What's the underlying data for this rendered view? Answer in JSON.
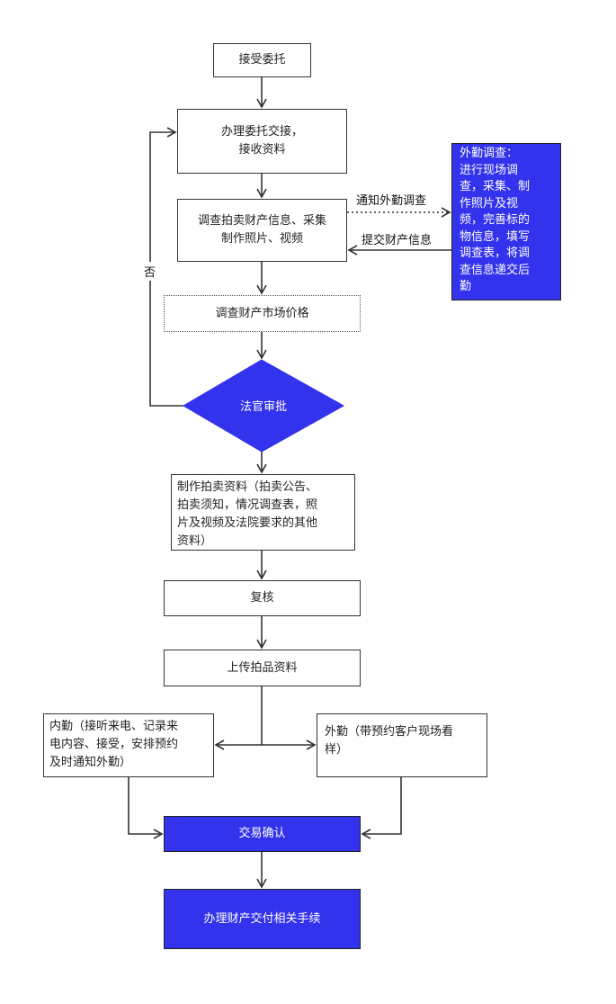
{
  "nodes": {
    "start": "接受委托",
    "handover": "办理委托交接，\n接收资料",
    "survey": "调查拍卖财产信息、采集\n制作照片、视频",
    "field_survey": "外勤调查：\n进行现场调\n查，采集、制\n作照片及视\n频，完善标的\n物信息，填写\n调查表，将调\n查信息递交后\n勤",
    "market_price": "调查财产市场价格",
    "judge": "法官审批",
    "materials": "制作拍卖资料（拍卖公告、\n拍卖须知，情况调查表，照\n片及视频及法院要求的其他\n资料）",
    "review": "复核",
    "upload": "上传拍品资料",
    "inside": "内勤（接听来电、记录来\n电内容、接受，安排预约\n及时通知外勤）",
    "outside": "外勤（带预约客户现场看\n样）",
    "confirm": "交易确认",
    "delivery": "办理财产交付相关手续"
  },
  "edge_labels": {
    "notify": "通知外勤调查",
    "submit": "提交财产信息",
    "no": "否"
  },
  "colors": {
    "highlight": "#3333ee",
    "line": "#333333"
  }
}
